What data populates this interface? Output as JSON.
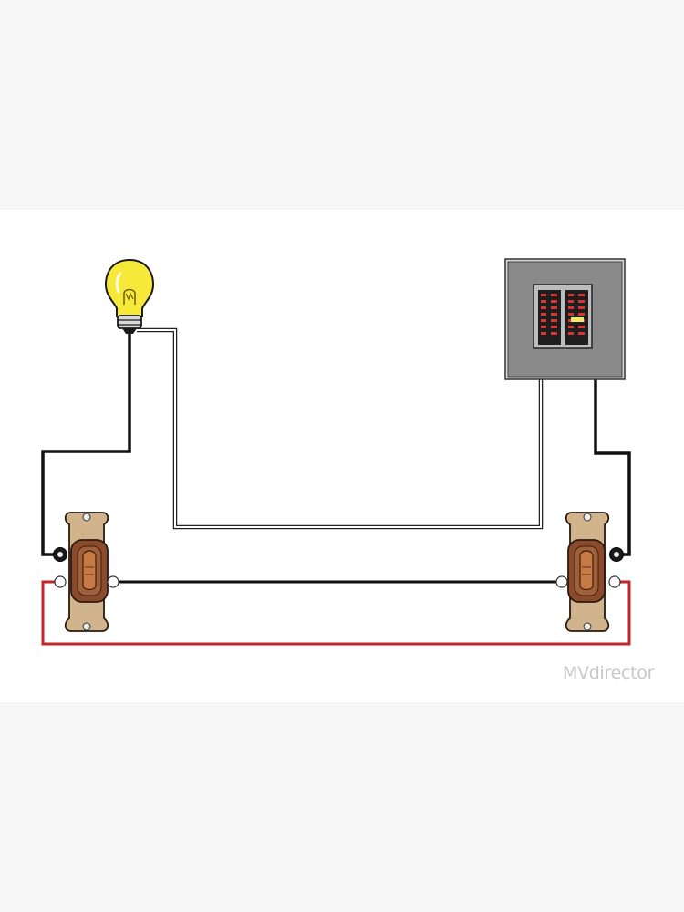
{
  "watermark": {
    "text": "MVdirector"
  },
  "diagram": {
    "kind": "three-way switch wiring",
    "components": [
      {
        "name": "light-bulb",
        "icon": "light-bulb-icon"
      },
      {
        "name": "breaker-panel",
        "icon": "breaker-panel-icon"
      },
      {
        "name": "switch-left",
        "icon": "three-way-switch-icon"
      },
      {
        "name": "switch-right",
        "icon": "three-way-switch-icon"
      }
    ],
    "wire_colors": {
      "hot": "#111111",
      "neutral": "#ffffff",
      "traveler_red": "#c0262b",
      "traveler_black": "#111111"
    },
    "bulb_color": "#f7e93a",
    "panel_color": "#8a8a8a",
    "switch_plate_color": "#d2b48c",
    "switch_body_color": "#8b4a2b"
  }
}
